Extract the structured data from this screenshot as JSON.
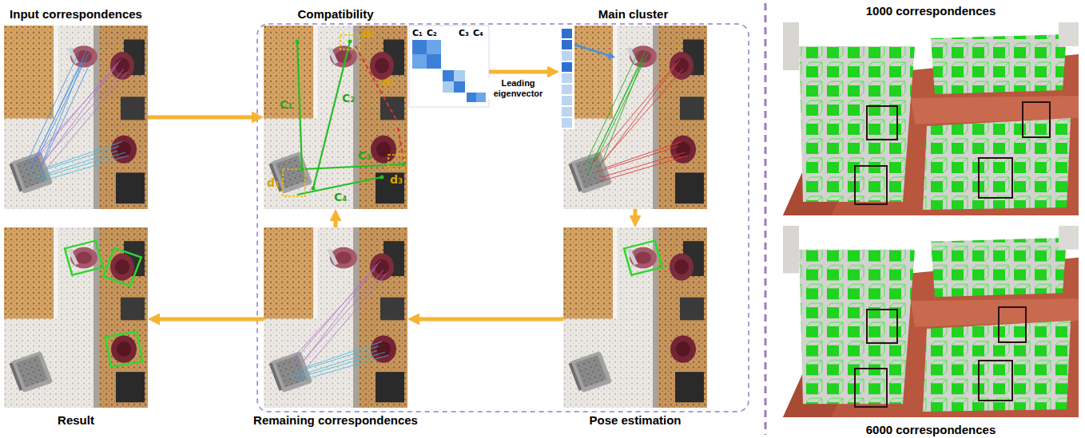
{
  "diagram": {
    "nodes": [
      {
        "text": [
          "Input correspondences"
        ]
      },
      {
        "text": [
          "Compatibility"
        ]
      },
      {
        "text": [
          "Main cluster"
        ]
      },
      {
        "text": [
          "1000 correspondences"
        ]
      },
      {
        "text": [
          "Result"
        ]
      },
      {
        "text": [
          "Remaining correspondences"
        ]
      },
      {
        "text": [
          "Pose estimation"
        ]
      },
      {
        "text": [
          "6000 correspondences"
        ]
      }
    ],
    "edges": [
      {
        "from": 0,
        "to": 1,
        "arrow": "to"
      },
      {
        "from": 1,
        "to": 2,
        "label": "Leading eigenvector",
        "arrow": "to"
      },
      {
        "from": 2,
        "to": 6,
        "arrow": "to"
      },
      {
        "from": 6,
        "to": 5,
        "arrow": "to"
      },
      {
        "from": 5,
        "to": 1,
        "arrow": "to"
      },
      {
        "from": 5,
        "to": 4,
        "arrow": "to"
      }
    ],
    "labels": [
      "C₁",
      "C₂",
      "C₃",
      "C₄",
      "d₂",
      "d₄",
      "d₁",
      "d₃",
      "C₁",
      "C₂",
      "C₃",
      "C₄"
    ]
  }
}
